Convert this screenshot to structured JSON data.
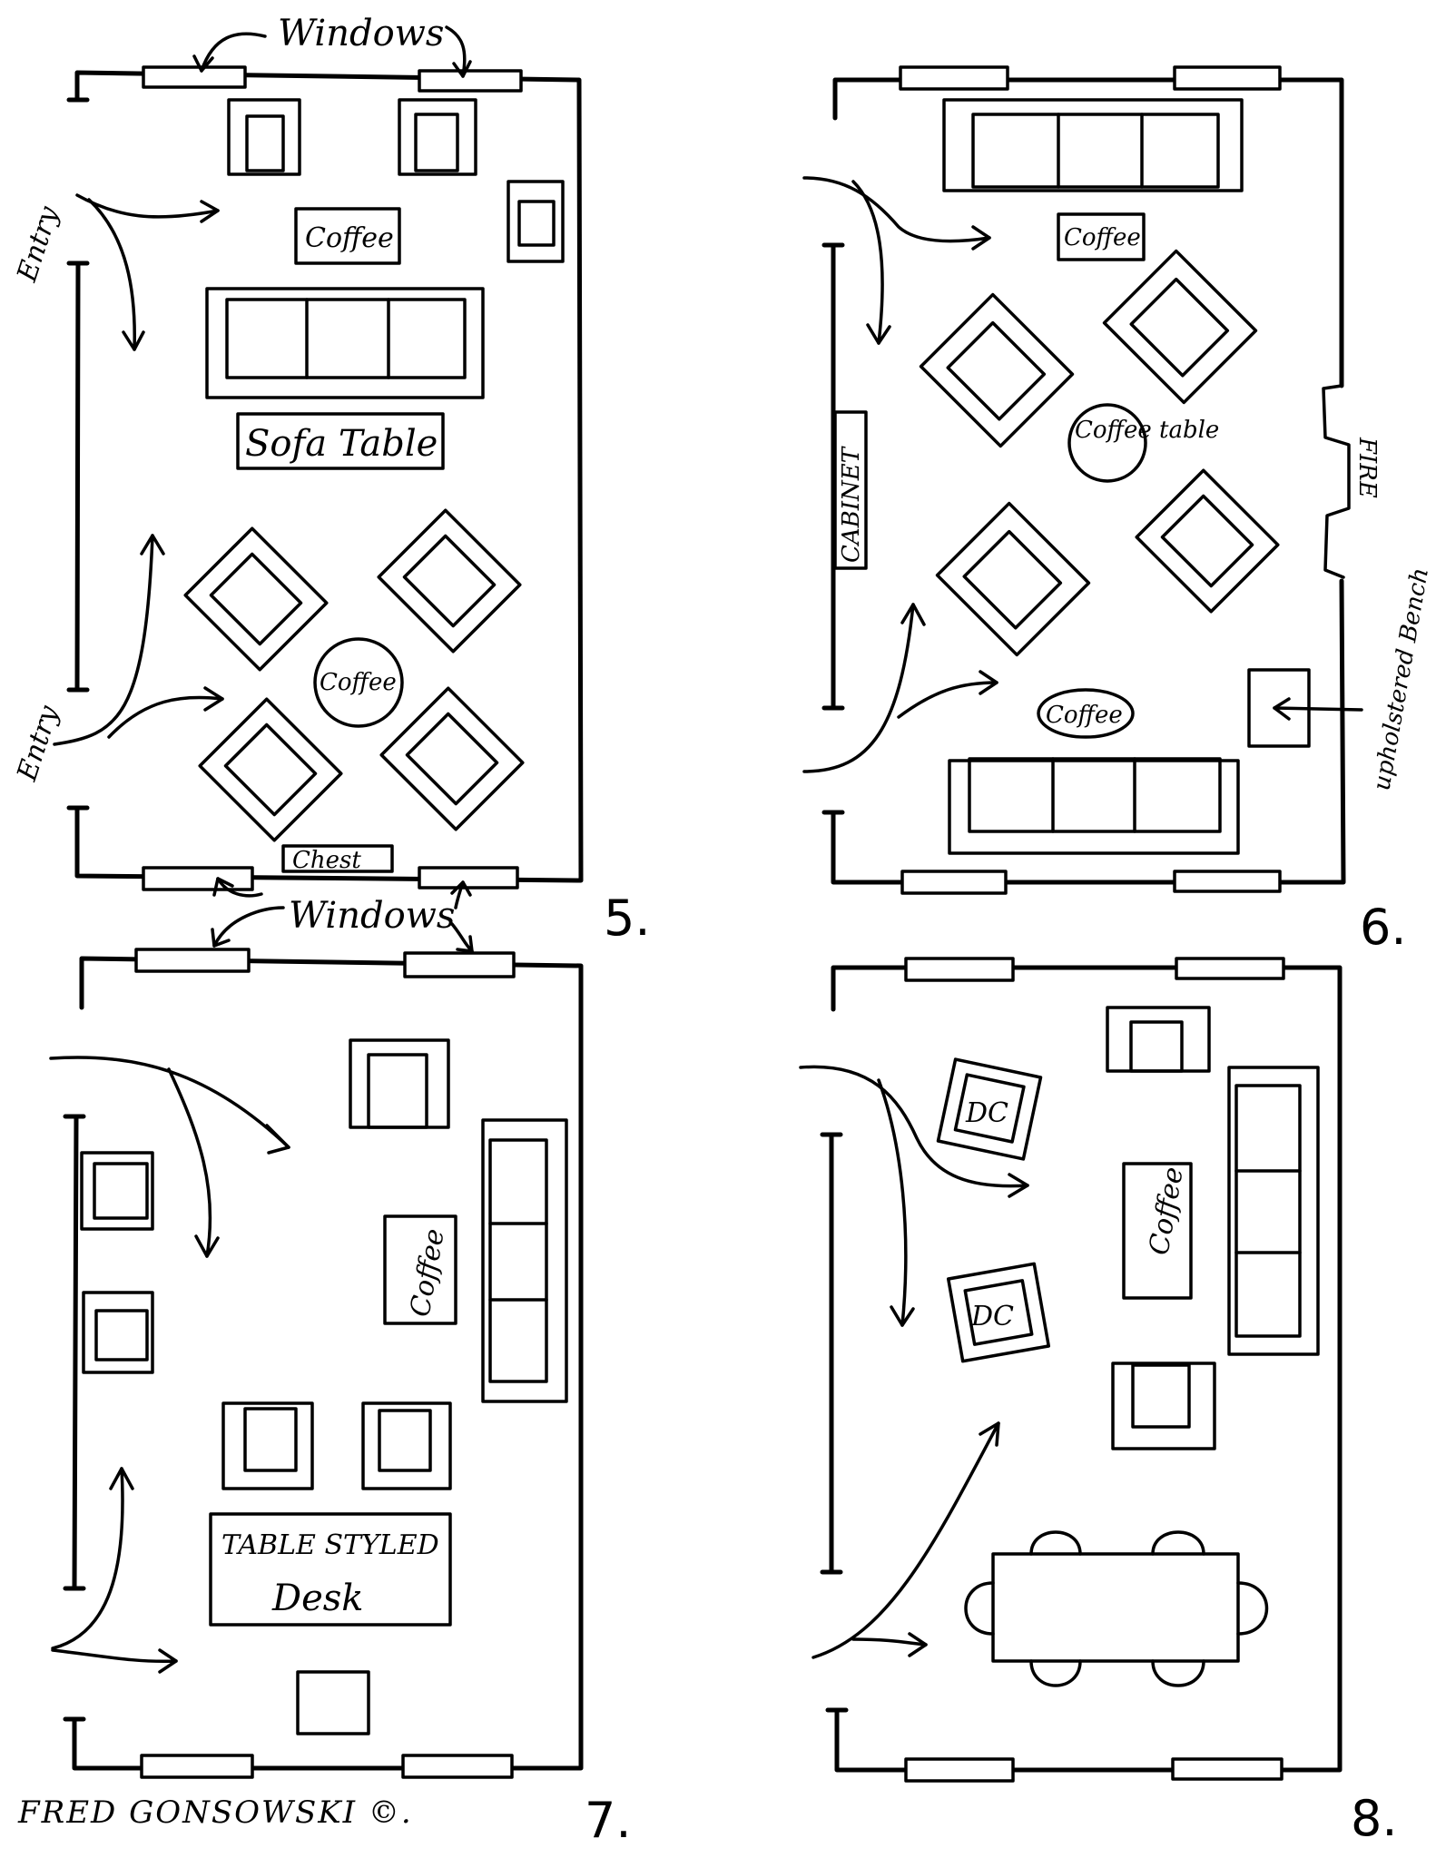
{
  "labels": {
    "windows_top": "Windows",
    "windows_middle": "Windows",
    "entry_1": "Entry",
    "entry_2": "Entry",
    "coffee": "Coffee",
    "coffee_lower": "Coffee",
    "sofa_table": "Sofa Table",
    "chest": "Chest",
    "coffee_6a": "Coffee",
    "coffee_table_6": "Coffee table",
    "cabinet": "CABINET",
    "fire": "FIRE",
    "upholstered_bench": "upholstered Bench",
    "coffee_6b": "Coffee",
    "coffee_7": "Coffee",
    "table_styled": "TABLE STYLED",
    "desk": "Desk",
    "coffee_8": "Coffee",
    "dc_1": "DC",
    "dc_2": "DC"
  },
  "plan_numbers": {
    "p5": "5.",
    "p6": "6.",
    "p7": "7.",
    "p8": "8."
  },
  "signature": "FRED GONSOWSKI ©."
}
